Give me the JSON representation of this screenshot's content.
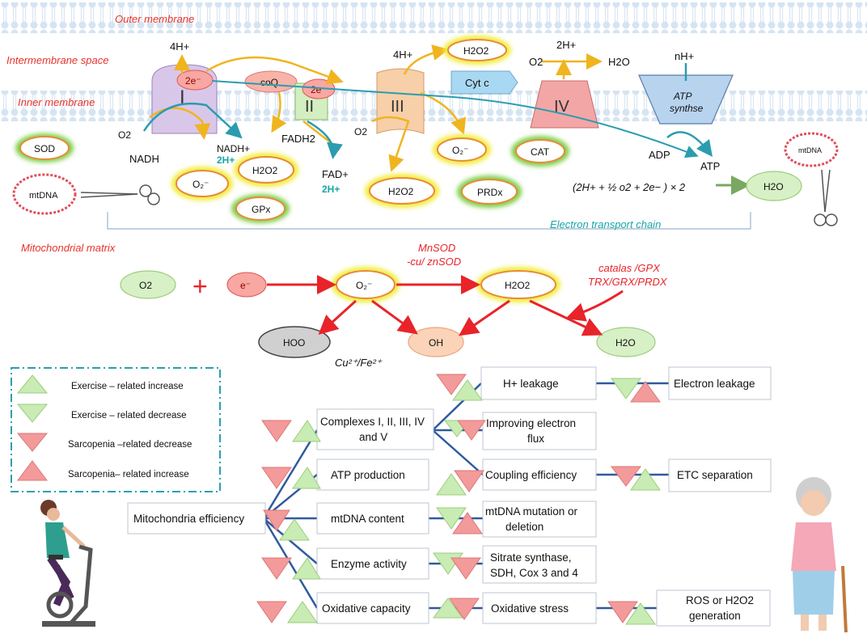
{
  "regions": {
    "outer_membrane": "Outer membrane",
    "intermembrane_space": "Intermembrane space",
    "inner_membrane": "Inner membrane",
    "mitochondrial_matrix": "Mitochondrial matrix",
    "etc_label": "Electron transport chain"
  },
  "complexes": {
    "c1": "I",
    "c2": "II",
    "c3": "III",
    "c4": "IV",
    "atp_synthase": "ATP\nsynthse",
    "cyt_c": "Cyt c",
    "coq": "coQ",
    "e1": "2e⁻",
    "e2": "2e⁻"
  },
  "molecules": {
    "h4_a": "4H+",
    "h4_b": "4H+",
    "h2": "2H+",
    "nh": "nH+",
    "o2_a": "O2",
    "o2_b": "O2",
    "o2_c": "O2",
    "nadh": "NADH",
    "nadh_plus": "NADH+",
    "h2_green_a": "2H+",
    "fadh2": "FADH2",
    "fad_plus": "FAD+",
    "h2_green_b": "2H+",
    "h2o_top": "H2O",
    "adp": "ADP",
    "atp": "ATP",
    "equation": "(2H+ + ½ o2 + 2e− ) × 2",
    "h2o_eq": "H2O",
    "mtdna_left": "mtDNA",
    "mtdna_right": "mtDNA"
  },
  "antioxidants": {
    "sod": "SOD",
    "o2r_a": "O₂⁻",
    "h2o2_a": "H2O2",
    "gpx": "GPx",
    "h2o2_top": "H2O2",
    "o2r_b": "O₂⁻",
    "cat": "CAT",
    "h2o2_b": "H2O2",
    "prdx": "PRDx"
  },
  "reaction": {
    "o2": "O2",
    "plus": "+",
    "e": "e⁻",
    "o2r": "O₂⁻",
    "h2o2": "H2O2",
    "hoo": "HOO",
    "oh": "OH",
    "h2o": "H2O",
    "mnsod": "MnSOD",
    "cuznsod": "-cu/ znSOD",
    "catalas": "catalas /GPX",
    "trx": "TRX/GRX/PRDX",
    "metals": "Cu²⁺/Fe²⁺"
  },
  "legend": [
    "Exercise – related increase",
    "Exercise – related decrease",
    "Sarcopenia –related decrease",
    "Sarcopenia– related increase"
  ],
  "tree": {
    "root": "Mitochondria efficiency",
    "complexes": [
      "Complexes I, II, III, IV",
      "and V"
    ],
    "atp": "ATP production",
    "mtdna": "mtDNA content",
    "enzyme": "Enzyme activity",
    "oxcap": "Oxidative capacity",
    "hleak": "H+ leakage",
    "eleak": "Electron leakage",
    "flux": [
      "Improving electron",
      "flux"
    ],
    "coupling": "Coupling efficiency",
    "etcsep": "ETC separation",
    "mutation": [
      "mtDNA mutation or",
      "deletion"
    ],
    "sitrate": [
      "Sitrate synthase,",
      "SDH, Cox 3 and 4"
    ],
    "oxstress": "Oxidative stress",
    "ros": [
      "ROS or H2O2",
      "generation"
    ]
  },
  "colors": {
    "green": "#c8ecb4",
    "red": "#f39a9a",
    "arrow": "#e8242a",
    "line": "#2f5a9e",
    "yellow": "#f0c22a",
    "teal": "#2b9cb0"
  }
}
